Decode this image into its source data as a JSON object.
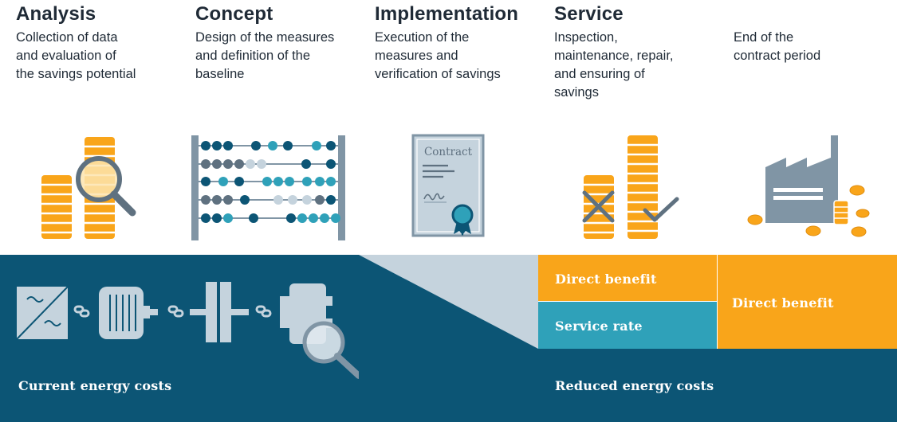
{
  "phases": [
    {
      "title": "Analysis",
      "description": "Collection of data\nand evaluation of\nthe savings potential"
    },
    {
      "title": "Concept",
      "description": "Design of the measures\nand definition of the\nbaseline"
    },
    {
      "title": "Implementation",
      "description": "Execution of the\nmeasures and\nverification of savings"
    },
    {
      "title": "Service",
      "description": "Inspection,\nmaintenance, repair,\nand ensuring of\nsavings"
    },
    {
      "title": "",
      "description": "End of the\ncontract period"
    }
  ],
  "contract_label": "Contract",
  "bottom": {
    "current_costs": "Current energy costs",
    "reduced_costs": "Reduced energy costs",
    "direct_benefit_service": "Direct benefit",
    "service_rate": "Service rate",
    "direct_benefit_end": "Direct benefit"
  },
  "colors": {
    "dark_blue": "#0c5575",
    "orange": "#f9a51a",
    "teal": "#2fa1b9",
    "light_gray_blue": "#c5d3dd",
    "icon_gray": "#8095a5"
  },
  "icons": [
    "coins-magnifier-icon",
    "abacus-icon",
    "contract-certificate-icon",
    "coins-cross-check-icon",
    "factory-coins-icon",
    "inverter-icon",
    "motor-icon",
    "coupling-icon",
    "gearbox-magnifier-icon",
    "link-icon"
  ]
}
